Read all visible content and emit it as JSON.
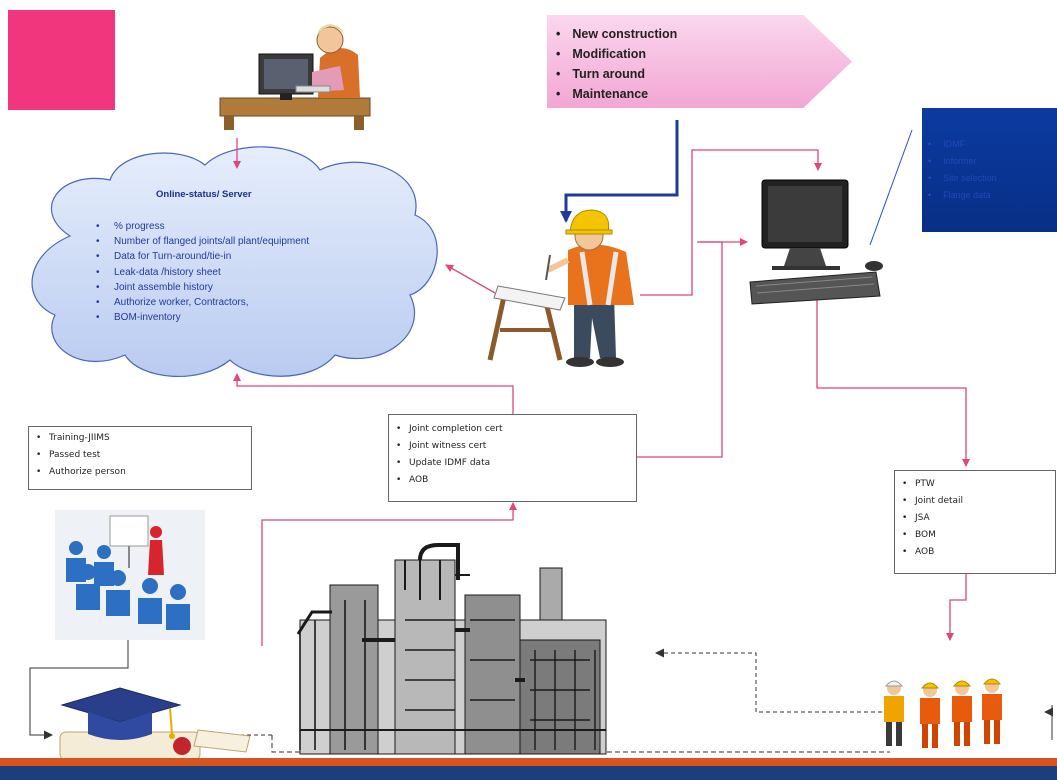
{
  "colors": {
    "pink_square": "#f2367d",
    "connector_pink": "#e0457c",
    "connector_blue": "#1d3a9c",
    "cloud_fill": "#c9d8f6",
    "footer_orange": "#d9531e",
    "footer_blue": "#1c3f7c"
  },
  "work_types": {
    "items": [
      "New construction",
      "Modification",
      "Turn around",
      "Maintenance"
    ]
  },
  "server_cloud": {
    "title": "Online-status/ Server",
    "items": [
      "% progress",
      "Number of flanged joints/all plant/equipment",
      "Data for Turn-around/tie-in",
      "Leak-data /history sheet",
      "Joint assemble history",
      "Authorize worker, Contractors,",
      "BOM-inventory"
    ]
  },
  "monitor_panel": {
    "items": [
      "IDMF",
      "Informer",
      "Site selection",
      "Flange data"
    ]
  },
  "training_box": {
    "items": [
      "Training-JIIMS",
      "Passed test",
      "Authorize person"
    ]
  },
  "certificates_box": {
    "items": [
      "Joint completion cert",
      "Joint witness cert",
      "Update IDMF data",
      "AOB"
    ]
  },
  "permit_box": {
    "items": [
      "PTW",
      "Joint detail",
      "JSA",
      "BOM",
      "AOB"
    ]
  },
  "icons": {
    "office_worker": "person-at-computer-icon",
    "engineer": "engineer-at-drafting-table-icon",
    "computer": "desktop-computer-icon",
    "training": "classroom-presentation-icon",
    "graduation": "graduation-cap-diploma-icon",
    "plant": "industrial-plant-icon",
    "workers": "construction-workers-icon"
  }
}
